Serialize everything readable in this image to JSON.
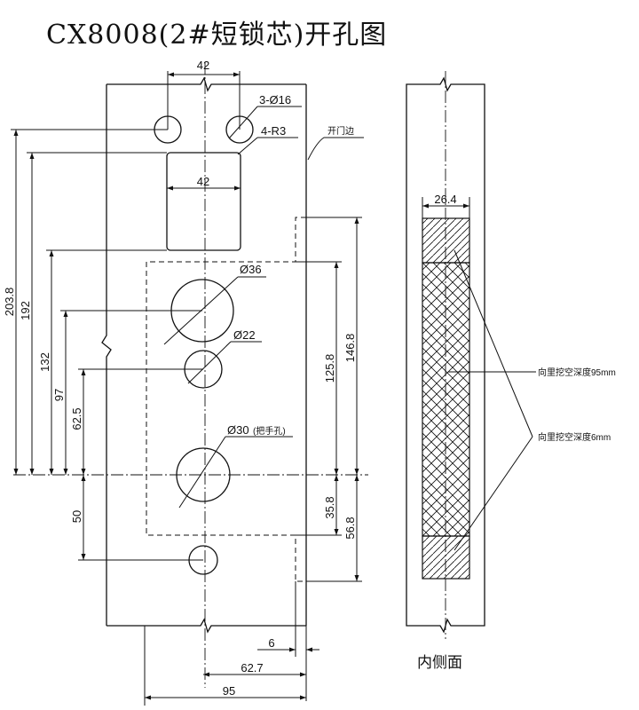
{
  "title": "CX8008(2#短锁芯)开孔图",
  "side_caption": "内侧面",
  "dimensions": {
    "top_42": "42",
    "holes_3_d16": "3-Ø16",
    "corner_4_r3": "4-R3",
    "inner_42": "42",
    "d36": "Ø36",
    "d22": "Ø22",
    "d30": "Ø30",
    "d30_note": "(把手孔)",
    "v203_8": "203.8",
    "v192": "192",
    "v132": "132",
    "v97": "97",
    "v62_5": "62.5",
    "v50": "50",
    "v125_8": "125.8",
    "v146_8": "146.8",
    "v35_8": "35.8",
    "v56_8": "56.8",
    "h6": "6",
    "h62_7": "62.7",
    "h95": "95",
    "w26_4": "26.4"
  },
  "labels": {
    "door_edge": "开门边",
    "depth_95": "向里挖空深度95mm",
    "depth_6": "向里挖空深度6mm"
  }
}
